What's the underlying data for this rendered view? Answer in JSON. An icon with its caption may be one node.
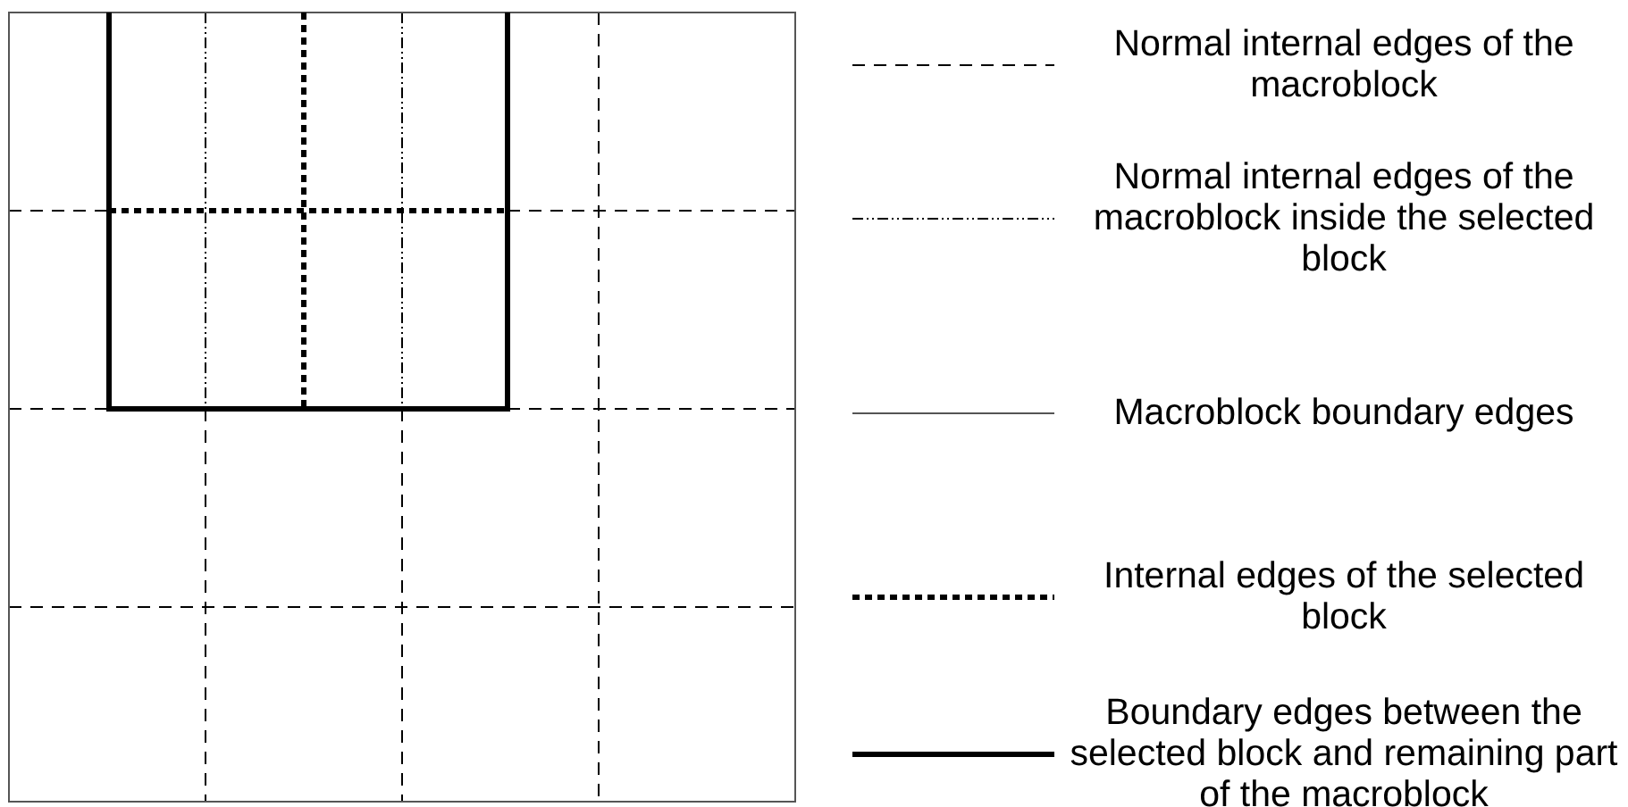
{
  "diagram": {
    "legend": [
      {
        "text": "Normal internal edges of the macroblock"
      },
      {
        "text": "Normal internal edges of the macroblock inside the selected block"
      },
      {
        "text": "Macroblock boundary edges"
      },
      {
        "text": "Internal edges of the selected block"
      },
      {
        "text": "Boundary edges between the selected block and remaining part of the macroblock"
      }
    ]
  }
}
